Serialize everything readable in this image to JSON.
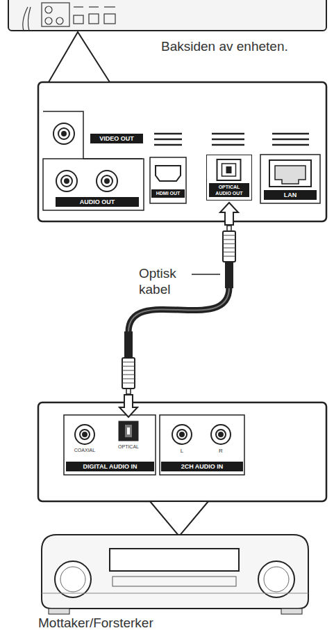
{
  "diagram": {
    "nodes": [
      {
        "text": [
          "OPTICAL AUDIO OUT"
        ]
      },
      {
        "text": [
          "OPTICAL"
        ]
      }
    ],
    "edges": [
      {
        "from": 0,
        "to": 1,
        "arrow": "both",
        "label": "Optisk kabel"
      }
    ],
    "labels": [
      "Baksiden av enheten.",
      "VIDEO OUT",
      "AUDIO OUT",
      "HDMI OUT",
      "LAN",
      "COAXIAL",
      "DIGITAL AUDIO IN",
      "L",
      "R",
      "2CH AUDIO IN",
      "Mottaker/Forsterker"
    ]
  }
}
